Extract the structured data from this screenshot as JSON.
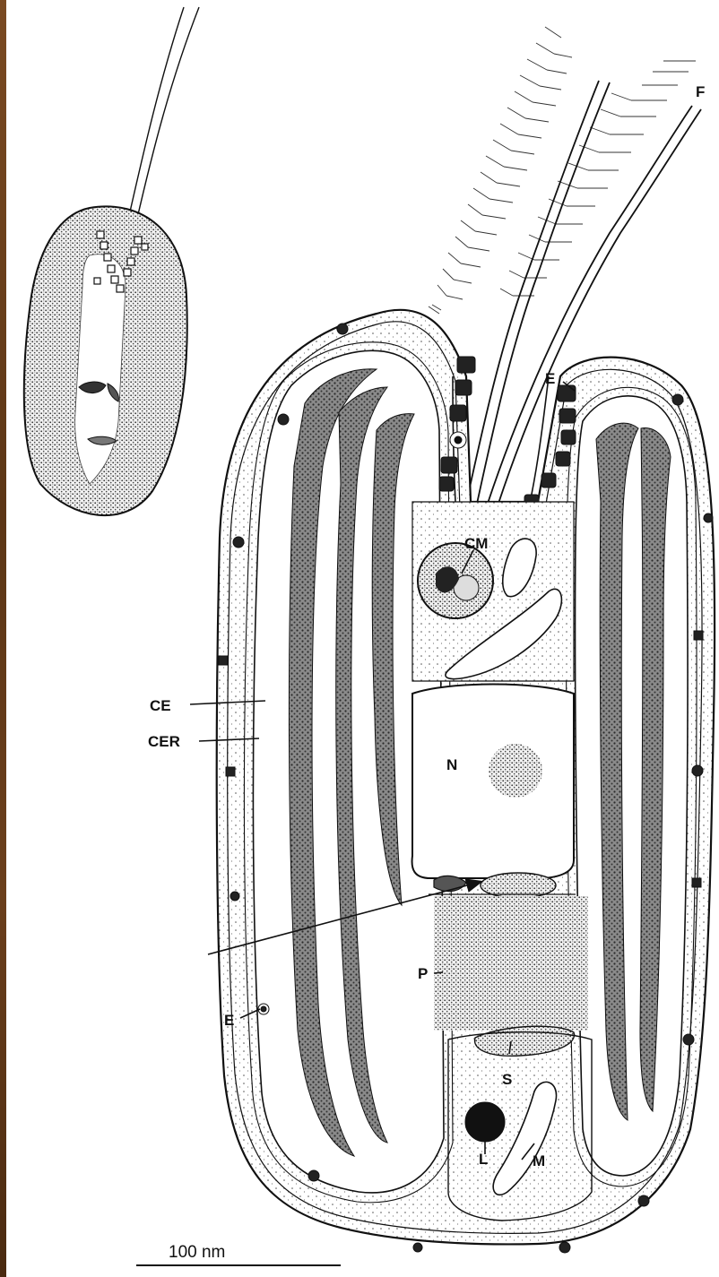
{
  "figure": {
    "labels": {
      "F": "F",
      "E_top": "E",
      "CM": "CM",
      "CE": "CE",
      "CER": "CER",
      "N": "N",
      "P": "P",
      "E_bottom": "E",
      "S": "S",
      "L": "L",
      "M": "M"
    },
    "scale_bar": "100 nm"
  },
  "colors": {
    "ink": "#111111",
    "stipple_fill": "#e9e9e9",
    "left_strip": "#5c3616"
  }
}
